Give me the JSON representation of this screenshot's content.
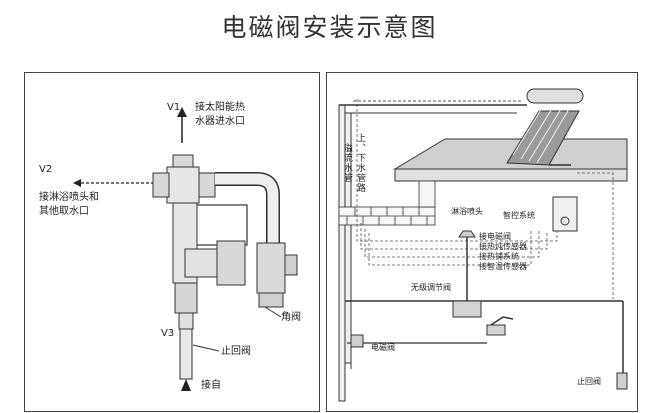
{
  "title": "电磁阀安装示意图",
  "left_panel": {
    "v1_tag": "V1",
    "v1_label_line1": "接太阳能热",
    "v1_label_line2": "水器进水口",
    "v2_tag": "V2",
    "v2_label_line1": "接淋浴喷头和",
    "v2_label_line2": "其他取水口",
    "v3_tag": "V3",
    "angle_valve_label": "角阀",
    "check_valve_label": "止回阀",
    "inlet_label": "接自"
  },
  "right_panel": {
    "overflow_pipe_label": "溢流水管",
    "updown_pipe_label": "上、下水管路",
    "shower_head_label": "淋浴喷头",
    "smart_control_label": "智控系统",
    "wire_labels": [
      "接电磁阀",
      "接热炖传感器",
      "接热铺系统",
      "接智温传感器"
    ],
    "stepless_valve_label": "无级调节阀",
    "solenoid_valve_label": "电磁阀",
    "check_valve_label": "止回阀"
  }
}
